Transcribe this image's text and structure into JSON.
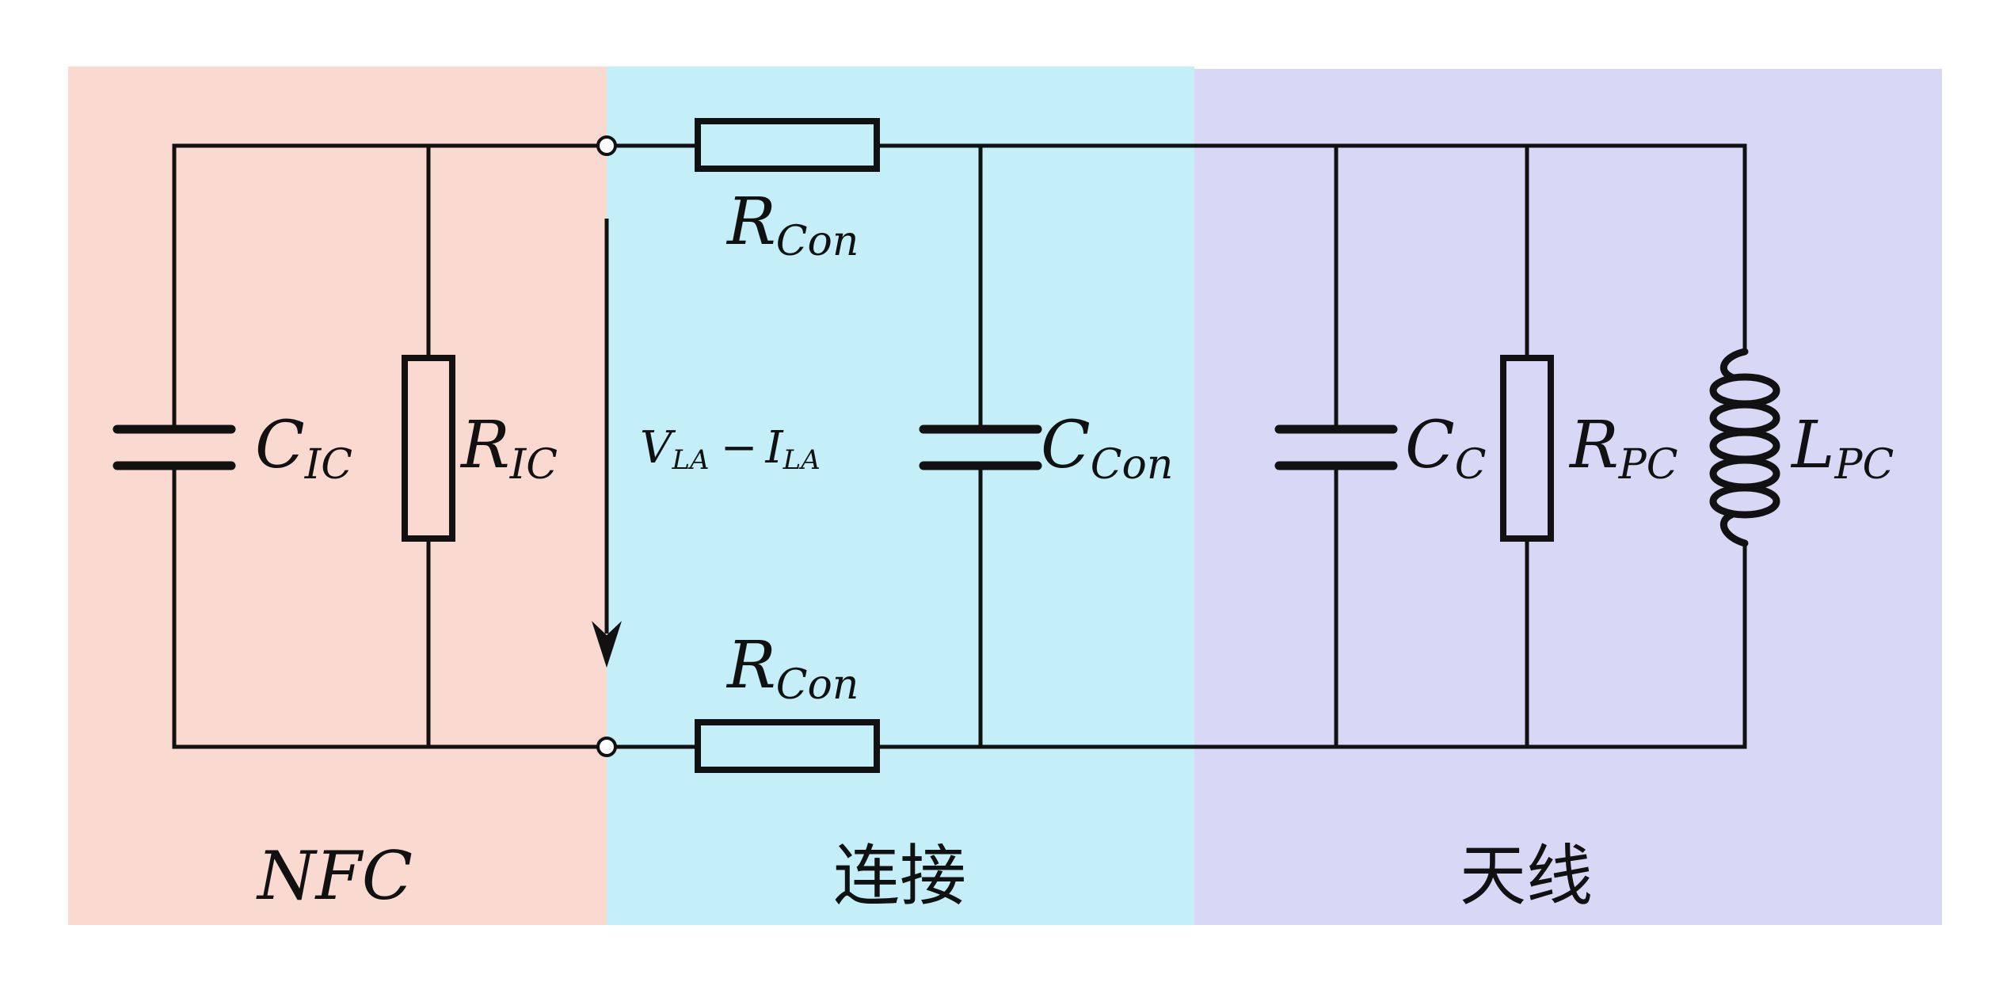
{
  "colors": {
    "nfc_region": "#fad9d0",
    "connection_region": "#c4eff8",
    "antenna_region": "#d8d7f6",
    "line": "#111111"
  },
  "labels": {
    "c_ic": {
      "main": "C",
      "sub": "IC"
    },
    "r_ic": {
      "main": "R",
      "sub": "IC"
    },
    "r_con_top": {
      "main": "R",
      "sub": "Con"
    },
    "r_con_bottom": {
      "main": "R",
      "sub": "Con"
    },
    "c_con": {
      "main": "C",
      "sub": "Con"
    },
    "c_c": {
      "main": "C",
      "sub": "C"
    },
    "r_pc": {
      "main": "R",
      "sub": "PC"
    },
    "l_pc": {
      "main": "L",
      "sub": "PC"
    },
    "voltage_current": {
      "v": "V",
      "v_sub": "LA",
      "minus": "−",
      "i": "I",
      "i_sub": "LA"
    }
  },
  "regions": {
    "nfc": "NFC",
    "connection": "连接",
    "antenna": "天线"
  }
}
